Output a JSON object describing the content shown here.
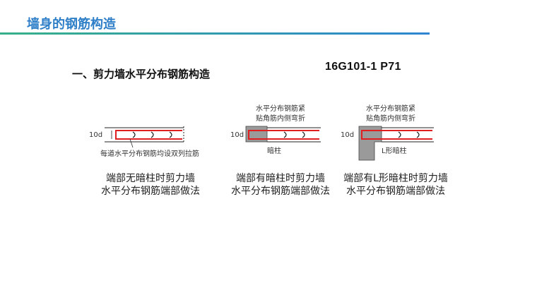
{
  "header": {
    "title": "墙身的钢筋构造"
  },
  "section": {
    "heading": "一、剪力墙水平分布钢筋构造",
    "code": "16G101-1  P71"
  },
  "figures": [
    {
      "note": "每道水平分布钢筋均设双列拉筋",
      "dim": "10d",
      "caption_line1": "端部无暗柱时剪力墙",
      "caption_line2": "水平分布钢筋端部做法"
    },
    {
      "note_top1": "水平分布钢筋紧",
      "note_top2": "贴角筋内侧弯折",
      "note_bottom": "暗柱",
      "dim": "10d",
      "caption_line1": "端部有暗柱时剪力墙",
      "caption_line2": "水平分布钢筋端部做法"
    },
    {
      "note_top1": "水平分布钢筋紧",
      "note_top2": "贴角筋内侧弯折",
      "note_bottom": "L形暗柱",
      "dim": "10d",
      "caption_line1": "端部有L形暗柱时剪力墙",
      "caption_line2": "水平分布钢筋端部做法"
    }
  ],
  "colors": {
    "title": "#2f7fc8",
    "rebar": "#e02020",
    "column": "#9a9a9a"
  }
}
